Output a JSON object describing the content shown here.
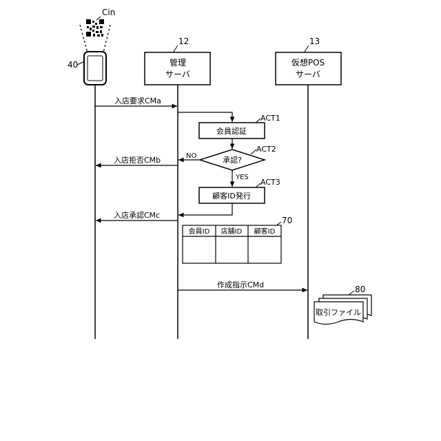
{
  "actors": {
    "terminal": {
      "ref": "40"
    },
    "server": {
      "ref": "12",
      "line1": "管理",
      "line2": "サーバ"
    },
    "pos": {
      "ref": "13",
      "line1": "仮想POS",
      "line2": "サーバ"
    }
  },
  "qr": {
    "label": "Cin"
  },
  "messages": {
    "request": "入店要求CMa",
    "reject": "入店拒否CMb",
    "approve": "入店承認CMc",
    "create": "作成指示CMd"
  },
  "flow": {
    "act1_label": "ACT1",
    "act1_text": "会員認証",
    "act2_label": "ACT2",
    "act2_text": "承認?",
    "no_label": "NO",
    "yes_label": "YES",
    "act3_label": "ACT3",
    "act3_text": "顧客ID発行"
  },
  "table": {
    "ref": "70",
    "headers": [
      "会員ID",
      "店舗ID",
      "顧客ID"
    ]
  },
  "file": {
    "ref": "80",
    "label": "取引ファイル"
  }
}
